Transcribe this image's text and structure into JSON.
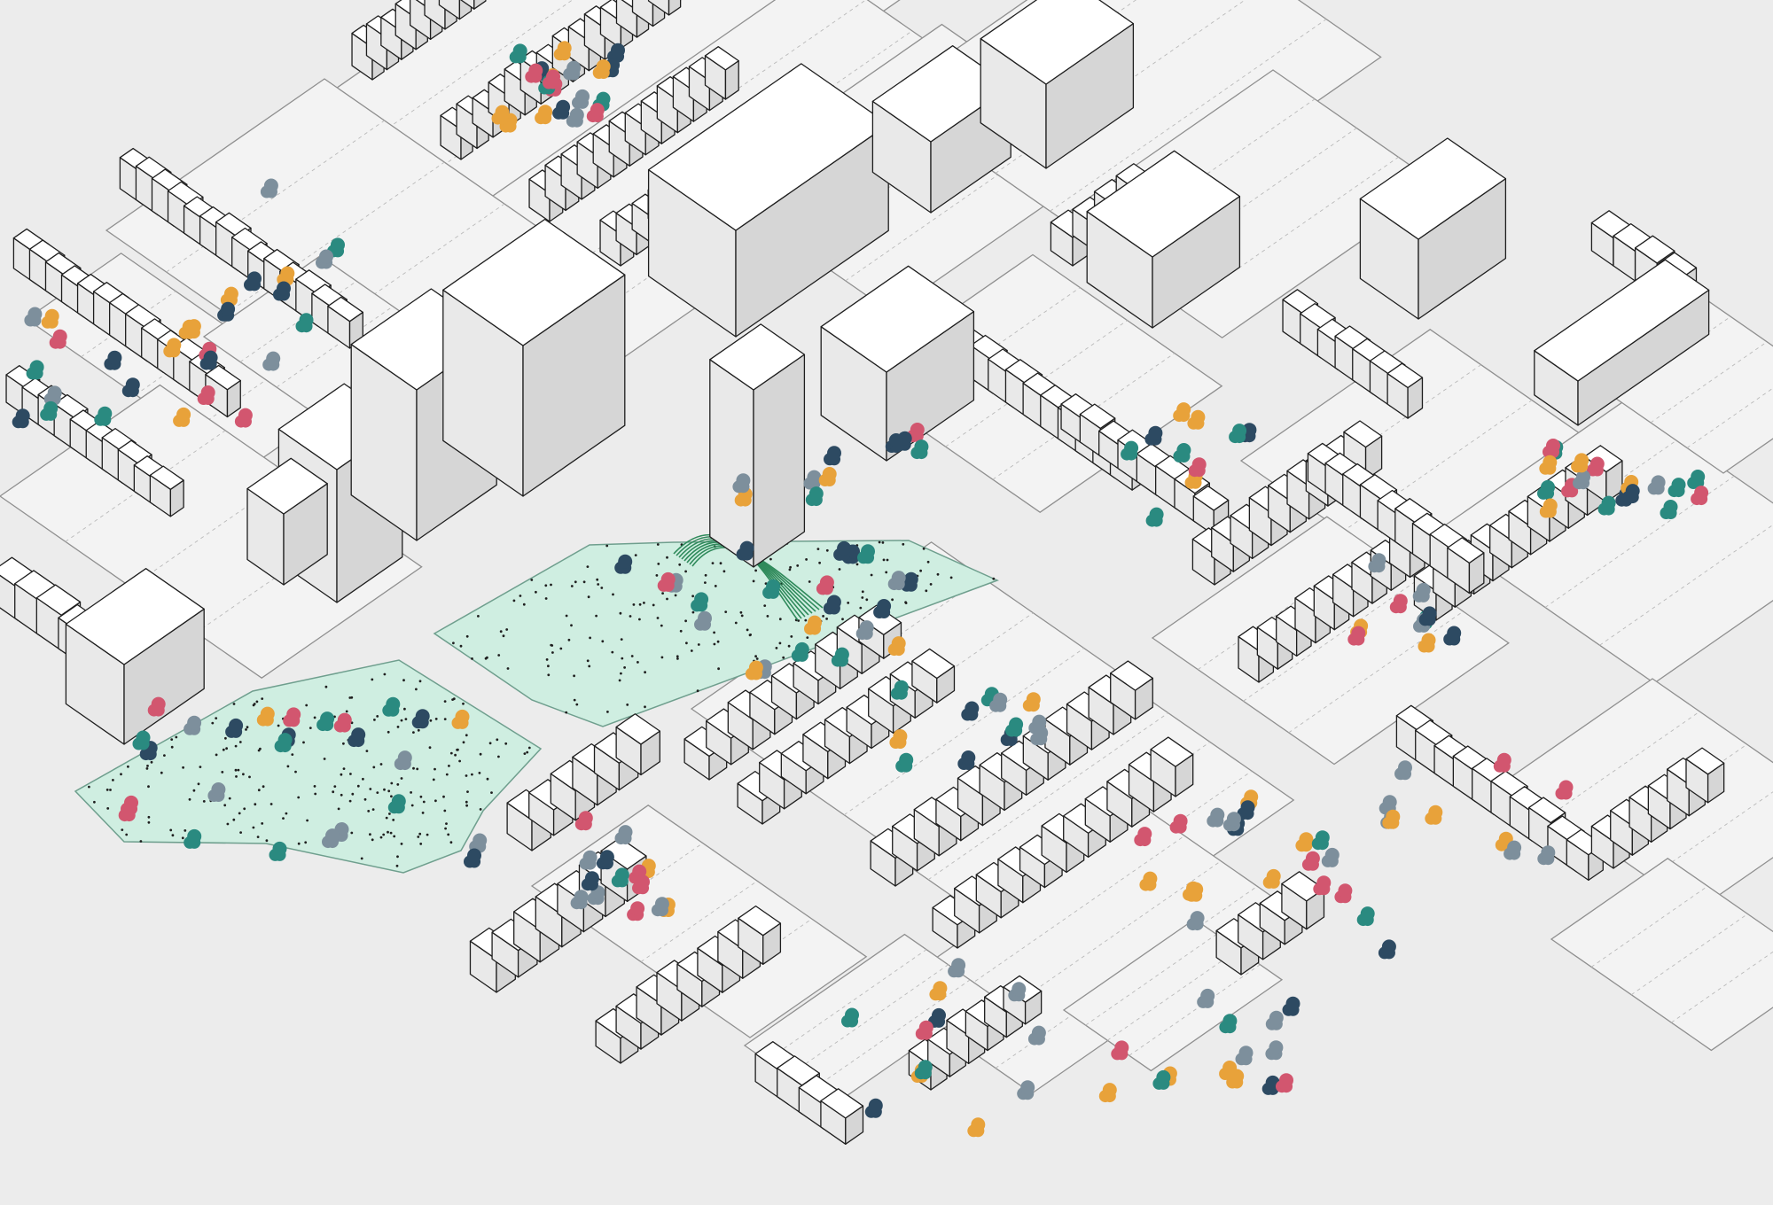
{
  "scene": {
    "kind": "axonometric urban plan",
    "colors": {
      "background": "#ffffff",
      "road": "#ececec",
      "block": "#f3f3f3",
      "park": "#cfeee1",
      "building_top": "#ffffff",
      "building_side": "#e9e9e9",
      "building_shade": "#d6d6d6",
      "outline": "#1e1e1e",
      "tree_navy": "#2d4a62",
      "tree_teal": "#2a8a80",
      "tree_pink": "#d2566f",
      "tree_orange": "#e8a23a",
      "tree_grey": "#7d8f9c",
      "ribbon_green": "#2f8a5b"
    },
    "tree_palette": [
      "tree_navy",
      "tree_teal",
      "tree_pink",
      "tree_orange",
      "tree_grey"
    ]
  }
}
